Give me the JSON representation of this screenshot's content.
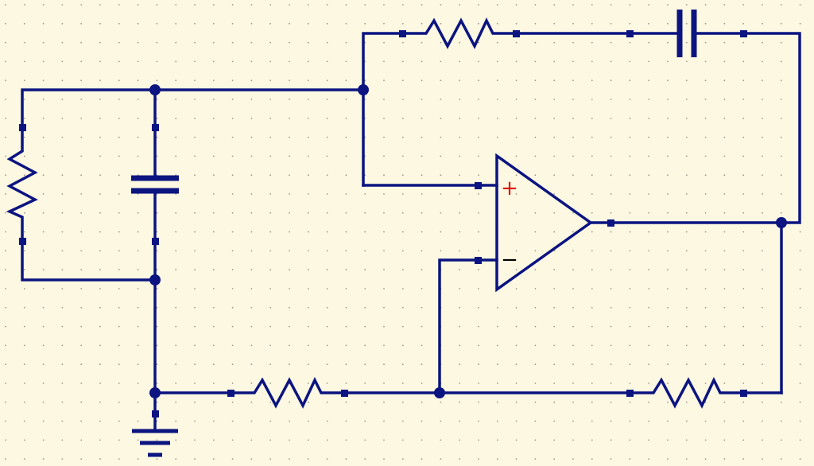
{
  "colors": {
    "background": "#fdf8e2",
    "grid_dot": "#9a9a8e",
    "wire": "#0b1480",
    "plus_sign": "#e00000",
    "minus_sign": "#000000"
  },
  "components": [
    {
      "name": "resistor-top",
      "kind": "resistor"
    },
    {
      "name": "capacitor-top",
      "kind": "capacitor"
    },
    {
      "name": "resistor-left",
      "kind": "resistor"
    },
    {
      "name": "capacitor-left",
      "kind": "capacitor"
    },
    {
      "name": "op-amp",
      "kind": "operational-amplifier"
    },
    {
      "name": "resistor-bottom-left",
      "kind": "resistor"
    },
    {
      "name": "resistor-bottom-right",
      "kind": "resistor"
    },
    {
      "name": "ground",
      "kind": "ground"
    }
  ],
  "opamp": {
    "plus_label": "+",
    "minus_label": "−"
  },
  "grid": {
    "visible": true
  }
}
